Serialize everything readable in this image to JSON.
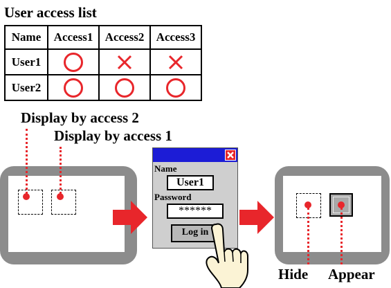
{
  "title": "User access list",
  "table": {
    "headers": [
      "Name",
      "Access1",
      "Access2",
      "Access3"
    ],
    "rows": [
      {
        "name": "User1",
        "marks": [
          "circle",
          "cross",
          "cross"
        ]
      },
      {
        "name": "User2",
        "marks": [
          "circle",
          "circle",
          "circle"
        ]
      }
    ]
  },
  "labels": {
    "access2": "Display by access 2",
    "access1": "Display by access 1",
    "hide": "Hide",
    "appear": "Appear"
  },
  "dialog": {
    "name_label": "Name",
    "name_value": "User1",
    "password_label": "Password",
    "password_value": "******",
    "login_button": "Log in",
    "close_icon": "close-icon"
  },
  "colors": {
    "mark": "#e8262b",
    "arrow": "#e8262b",
    "titlebar": "#1c1cd6",
    "screen_frame": "#8c8c8c"
  }
}
